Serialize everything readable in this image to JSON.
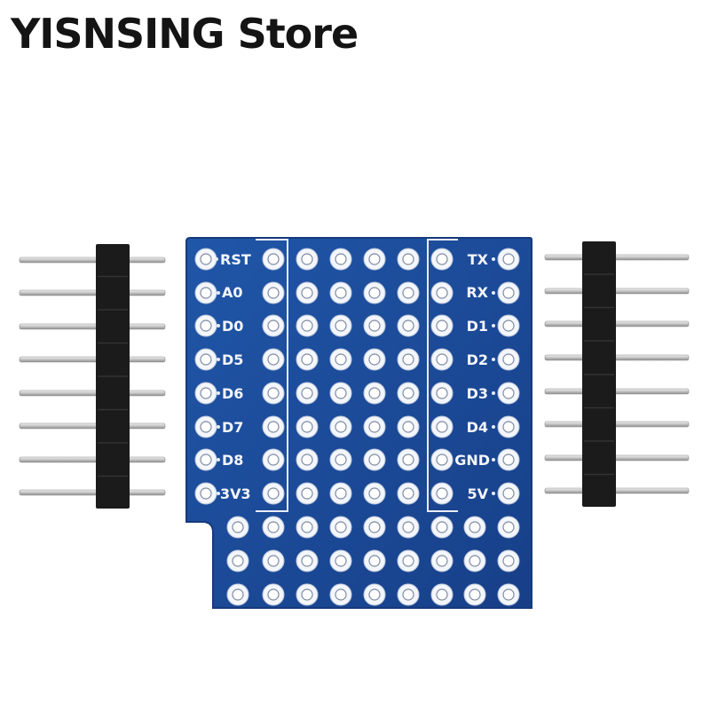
{
  "store_title": "YISNSING Store",
  "board": {
    "left_labels": [
      "RST",
      "A0",
      "D0",
      "D5",
      "D6",
      "D7",
      "D8",
      "3V3"
    ],
    "right_labels": [
      "TX",
      "RX",
      "D1",
      "D2",
      "D3",
      "D4",
      "GND",
      "5V"
    ]
  },
  "colors": {
    "pcb": "#1c4fa0",
    "silkscreen": "#f4f6fb",
    "header_plastic": "#1b1b1b",
    "pin_metal": "#c9c9c9"
  }
}
